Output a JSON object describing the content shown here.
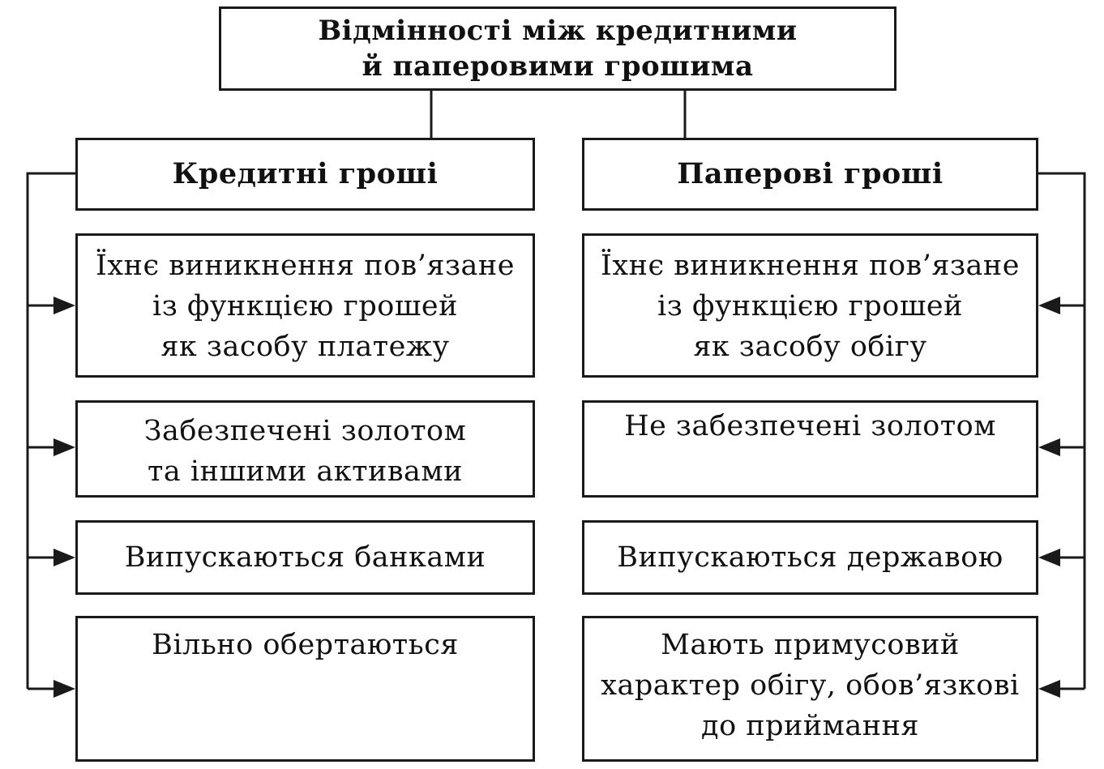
{
  "diagram": {
    "title": "Відмінності між кредитними\nй паперовими грошима",
    "left": {
      "header": "Кредитні гроші",
      "items": [
        "Їхнє виникнення пов’язане\nіз функцією грошей\nяк засобу платежу",
        "Забезпечені золотом\nта іншими активами",
        "Випускаються банками",
        "Вільно обертаються"
      ]
    },
    "right": {
      "header": "Паперові гроші",
      "items": [
        "Їхнє виникнення пов’язане\nіз функцією грошей\nяк засобу обігу",
        "Не забезпечені золотом",
        "Випускаються державою",
        "Мають примусовий\nхарактер обігу, обов’язкові\nдо приймання"
      ]
    }
  },
  "colors": {
    "line": "#1a1a1a",
    "background": "#ffffff"
  }
}
